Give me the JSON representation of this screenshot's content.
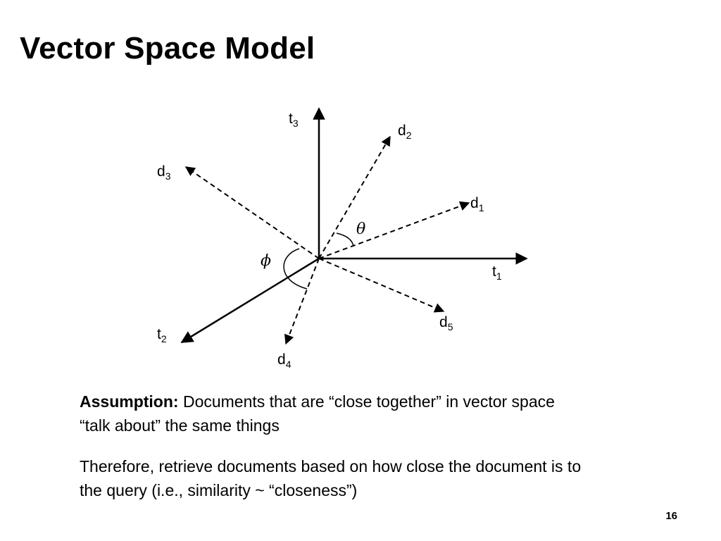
{
  "title": "Vector Space Model",
  "diagram": {
    "axes": [
      {
        "base": "t",
        "sub": "1"
      },
      {
        "base": "t",
        "sub": "2"
      },
      {
        "base": "t",
        "sub": "3"
      }
    ],
    "documents": [
      {
        "base": "d",
        "sub": "1"
      },
      {
        "base": "d",
        "sub": "2"
      },
      {
        "base": "d",
        "sub": "3"
      },
      {
        "base": "d",
        "sub": "4"
      },
      {
        "base": "d",
        "sub": "5"
      }
    ],
    "angles": {
      "theta": "θ",
      "phi": "ϕ"
    }
  },
  "assumption": {
    "label": "Assumption:",
    "text": " Documents that are “close together” in vector space “talk about” the same things"
  },
  "therefore": "Therefore, retrieve documents based on how close the document is to the query (i.e., similarity ~ “closeness”)",
  "page_number": "16"
}
